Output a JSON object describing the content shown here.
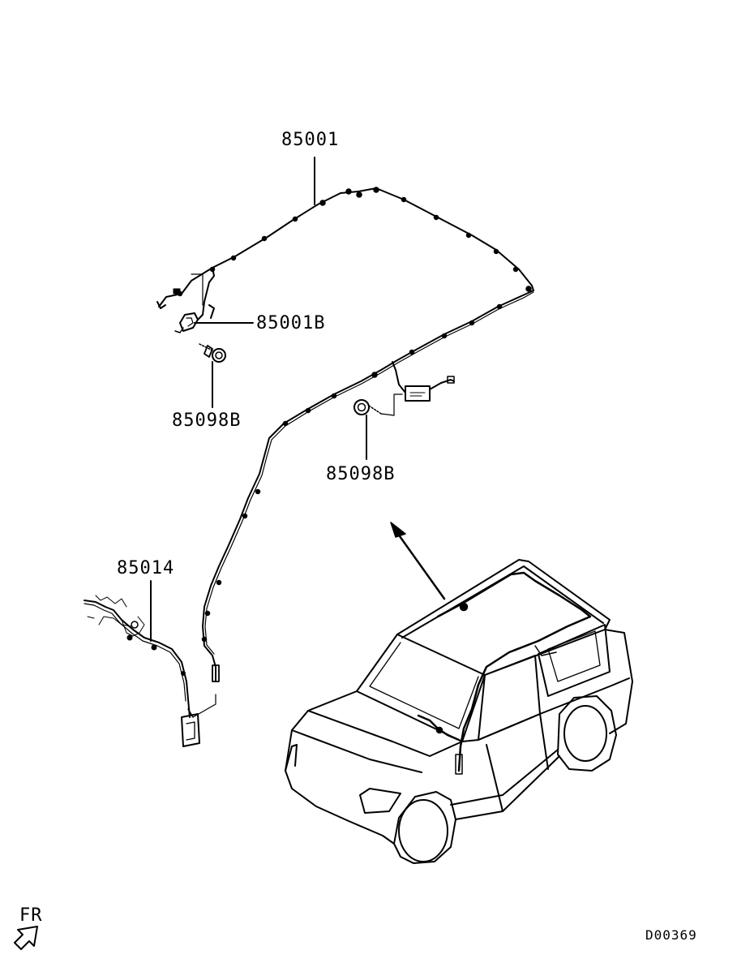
{
  "labels": {
    "roof_harness": "85001",
    "roof_harness_bracket": "85001B",
    "clip_left": "85098B",
    "clip_right": "85098B",
    "pillar_harness": "85014",
    "front_marker": "FR",
    "diagram_id": "D00369"
  },
  "icons": {
    "front_arrow": "arrow-down-left-icon",
    "location_arrow": "arrow-up-left-icon"
  },
  "colors": {
    "line": "#000000",
    "background": "#ffffff"
  }
}
